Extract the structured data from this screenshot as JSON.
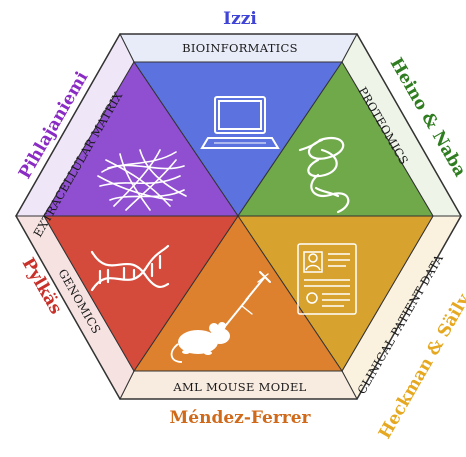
{
  "colors": {
    "background": "#ffffff",
    "hex_outline": "#333333",
    "bioinformatics": "#5b72df",
    "proteomics": "#6fa94a",
    "clinical": "#d7a22e",
    "mouse_model": "#de812e",
    "genomics": "#d44a3b",
    "ecm": "#8f4fd0"
  },
  "segments": [
    {
      "id": "bioinformatics",
      "label": "BIOINFORMATICS",
      "icon": "laptop-icon",
      "person": "Izzi",
      "person_color": "#3f43d6",
      "band_color": "#e8ebf8"
    },
    {
      "id": "proteomics",
      "label": "PROTEOMICS",
      "icon": "protein-ribbon-icon",
      "person": "Heino & Naba",
      "person_color": "#2f7d20",
      "band_color": "#eef5e8"
    },
    {
      "id": "clinical",
      "label": "CLINICAL PATIENT DATA",
      "icon": "patient-record-icon",
      "person": "Heckman & Säily",
      "person_color": "#e6a820",
      "band_color": "#faf2df"
    },
    {
      "id": "mouse",
      "label": "AML MOUSE MODEL",
      "icon": "mouse-syringe-icon",
      "person": "Méndez-Ferrer",
      "person_color": "#d06a1a",
      "band_color": "#f8ebe0"
    },
    {
      "id": "genomics",
      "label": "GENOMICS",
      "icon": "dna-icon",
      "person": "Pylkäs",
      "person_color": "#c8302a",
      "band_color": "#f6e3e1"
    },
    {
      "id": "ecm",
      "label": "EXTRACELLULAR MATRIX",
      "icon": "fiber-network-icon",
      "person": "Pihlajaniemi",
      "person_color": "#8a2bc4",
      "band_color": "#efe6f8"
    }
  ]
}
